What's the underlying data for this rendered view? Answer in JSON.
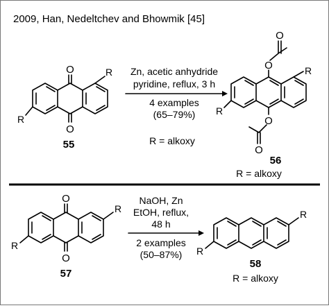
{
  "header": {
    "citation": "2009, Han, Nedeltchev and Bhowmik [45]"
  },
  "scheme1": {
    "reactant_label": "55",
    "product_label": "56",
    "conditions": [
      "Zn, acetic anhydride",
      "pyridine, reflux, 3 h",
      "4 examples",
      "(65–79%)"
    ],
    "r_definition_center": "R = alkoxy",
    "r_definition_product": "R = alkoxy",
    "atoms": {
      "oxygen": "O",
      "substituent": "R"
    }
  },
  "scheme2": {
    "reactant_label": "57",
    "product_label": "58",
    "conditions_above": [
      "NaOH, Zn",
      "EtOH, reflux,",
      "48 h"
    ],
    "conditions_below": [
      "2 examples",
      "(50–87%)"
    ],
    "r_definition": "R = alkoxy",
    "atoms": {
      "oxygen": "O",
      "substituent": "R"
    }
  }
}
